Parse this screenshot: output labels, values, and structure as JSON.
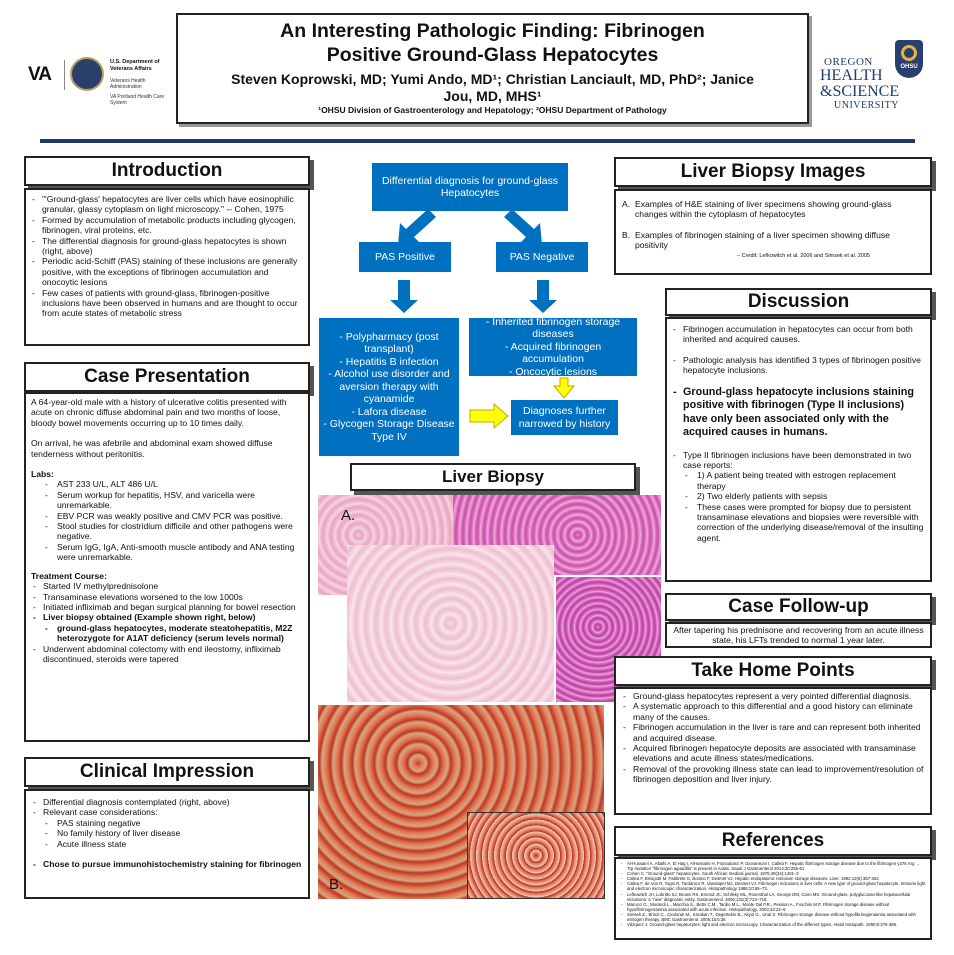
{
  "header": {
    "title_line1": "An Interesting Pathologic Finding: Fibrinogen",
    "title_line2": "Positive Ground-Glass Hepatocytes",
    "authors_line1": "Steven Koprowski, MD; Yumi Ando, MD¹; Christian Lanciault, MD, PhD²; Janice",
    "authors_line2": "Jou, MD, MHS¹",
    "affiliations": "¹OHSU Division of Gastroenterology and Hepatology; ²OHSU Department of Pathology"
  },
  "logos": {
    "va_text": "VA",
    "va_dept": "U.S. Department of Veterans Affairs",
    "va_sub1": "Veterans Health Administration",
    "va_sub2": "VA Portland Health Care System",
    "ohsu_line1": "OREGON",
    "ohsu_line2": "HEALTH",
    "ohsu_line3": "&SCIENCE",
    "ohsu_line4": "UNIVERSITY",
    "ohsu_badge": "OHSU"
  },
  "introduction": {
    "title": "Introduction",
    "items": [
      "\"'Ground-glass' hepatocytes are liver cells which have eosinophilic granular, glassy cytoplasm on light microscopy.\" -- Cohen, 1975",
      "Formed by accumulation of metabolic products including glycogen, fibrinogen, viral proteins, etc.",
      "The differential diagnosis for ground-glass hepatocytes is shown (right, above)",
      "Periodic acid-Schiff (PAS) staining of these inclusions are generally positive, with the exceptions of fibrinogen accumulation and onocoytic lesions",
      "Few cases of patients with ground-glass, fibrinogen-positive inclusions have been observed in humans and are thought to occur from acute states of metabolic stress"
    ]
  },
  "case_presentation": {
    "title": "Case Presentation",
    "para1": "A 64-year-old male with a history of ulcerative colitis presented with acute on chronic diffuse abdominal pain and two months of loose, bloody bowel movements occurring up to 10 times daily.",
    "para2": "On arrival, he was afebrile and abdominal exam showed diffuse tenderness without peritonitis.",
    "labs_title": "Labs:",
    "labs": [
      "AST 233 U/L, ALT 486 U/L",
      "Serum workup for hepatitis, HSV, and varicella were unremarkable.",
      "EBV PCR was weakly positive and CMV PCR was positive.",
      "Stool studies for clostridium difficile and other pathogens were negative.",
      "Serum IgG, IgA, Anti-smooth muscle antibody and ANA testing were unremarkable."
    ],
    "course_title": "Treatment Course:",
    "course": [
      "Started IV methylprednisolone",
      "Transaminase elevations worsened to the low 1000s",
      "Initiated infliximab and began surgical planning for bowel resection"
    ],
    "biopsy_item": "Liver biopsy obtained (Example shown right, below)",
    "biopsy_sub": "ground-glass hepatocytes, moderate steatohepatitis, M2Z heterozygote for A1AT deficiency (serum levels normal)",
    "final_item": "Underwent abdominal colectomy with end ileostomy, infliximab discontinued, steroids were tapered"
  },
  "clinical_impression": {
    "title": "Clinical Impression",
    "item1": "Differential diagnosis contemplated (right, above)",
    "item2": "Relevant case considerations:",
    "subs": [
      "PAS staining negative",
      "No family history of liver disease",
      " Acute illness state"
    ],
    "final": "Chose to pursue immunohistochemistry staining for fibrinogen"
  },
  "flowchart": {
    "top": "Differential diagnosis for ground-glass Hepatocytes",
    "pas_pos": "PAS Positive",
    "pas_neg": "PAS Negative",
    "pos_list": [
      "- Polypharmacy (post transplant)",
      "- Hepatitis B infection",
      "- Alcohol use disorder and aversion therapy with cyanamide",
      "- Lafora disease",
      "- Glycogen Storage Disease Type IV"
    ],
    "neg_list": [
      "- Inherited fibrinogen storage diseases",
      "- Acquired fibrinogen accumulation",
      "- Oncocytic lesions"
    ],
    "narrowed": "Diagnoses further narrowed by history"
  },
  "liver_biopsy": {
    "title": "Liver Biopsy",
    "label_a": "A.",
    "label_b": "B."
  },
  "liver_biopsy_images": {
    "title": "Liver Biopsy Images",
    "item_a_letter": "A.",
    "item_a": "Examples of H&E staining of liver specimens showing ground-glass changes within the cytoplasm of hepatocytes",
    "item_b_letter": "B.",
    "item_b": "Examples of fibrinogen staining of a liver specimen showing diffuse positivity",
    "credit": "– Credit: Lefkowitch et al. 2006 and Simsek et al. 2005"
  },
  "discussion": {
    "title": "Discussion",
    "item1": "Fibrinogen accumulation in hepatocytes can occur from both inherited and acquired causes.",
    "item2": "Pathologic analysis has identified 3 types of fibrinogen positive hepatocyte inclusions.",
    "bold": "Ground-glass hepatocyte inclusions staining positive with fibrinogen (Type II inclusions) have only been associated only with the acquired causes in humans.",
    "item4": "Type II fibrinogen inclusions have been demonstrated in two case reports:",
    "subs": [
      "1) A patient being treated with estrogen replacement therapy",
      "2) Two elderly patients with sepsis",
      "These cases were prompted for biopsy due to persistent transaminase elevations and biopsies were reversible with correction of the underlying disease/removal of the insulting agent."
    ]
  },
  "follow_up": {
    "title": "Case Follow-up",
    "text": "After tapering his prednisone and recovering from an acute illness state, his LFTs trended to normal 1 year later."
  },
  "take_home": {
    "title": "Take Home Points",
    "items": [
      "Ground-glass hepatocytes represent a very pointed differential diagnosis.",
      "A systematic approach to this differential and a good history can eliminate many of the causes.",
      "Fibrinogen accumulation in the liver is rare and can represent both inherited and acquired disease.",
      "Acquired fibrinogen hepatocyte deposits are associated with transaminase elevations and acute illness states/medications.",
      "Removal of the provoking illness state can lead to improvement/resolution of fibrinogen deposition and liver injury."
    ]
  },
  "references": {
    "title": "References",
    "items": [
      "Al-Hussaini A, Altalhi A, El Hag I, AlHussaini H, Francalanci P, Giovannoni I, Callea F. Hepatic fibrinogen storage disease due to the fibrinogen γ375 Arg → Trp mutation \"fibrinogen aguadilla\" is present in Arabs. Saudi J Gastroenterol 2014;20:255-61",
      "Cohen C. \"Ground-glass\" hepatocytes. South African medical journal. 1975;49(34):1401–3",
      "Callea F, Brisigotti M, Fabbretti G, Bonino F, Desmet VJ. Hepatic endoplasmic reticulum storage diseases. Liver. 1992;12(6):357-362",
      "Callea F, de Vos R, Togni R, Tardanico R, Vanstapel MJ, Desmet VJ. Fibrinogen inclusions in liver cells: A new type of ground-glass hepatocyte. Immune light and electron microscopic characterization. Histopathology 1986;10:65–73.",
      "Lefkowitch JH, Lobritto SJ, Brown RS, Emond JC, Schilsky ML, Rosenthal LA, George DM, Cairo MS. Ground-glass, polyglucosan-like hepatocellular inclusions: a \"new\" diagnostic entity. Gastroenterol. 2006;131(3):713–718.",
      "Marucci G., Morandi L., Macchia S., Betts C.M., Tardio M.L., Monte Dal P.R., Pession A., Foschini M.P. Fibrinogen storage disease without hypofibrinogenaemia associated with acute infection. Histopathology. 2003;42:22–5",
      "Simsek Z., Brinzi C., Cindoruk M., Karakan T., Degertekin B., Akyol G., Unal S. Fibrinogen storage disease without hypofibrinogenaemia associated with estrogen therapy. BMC Gastroenterol. 2005;15:5:36",
      "Vázquez J. Ground-glass hepatocytes: light and electron microscopy. Characterization of the different types. Histol Histopath. 1990;5:379-386."
    ]
  },
  "colors": {
    "flow_blue": "#0070c0",
    "arrow_yellow": "#ffff00",
    "rule_navy": "#1f3864"
  }
}
